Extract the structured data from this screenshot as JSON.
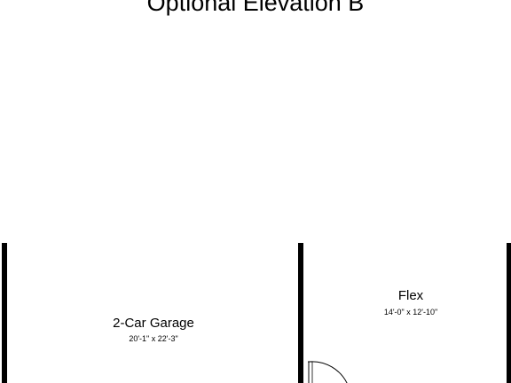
{
  "title": "Optional Elevation B",
  "rooms": [
    {
      "name": "2-Car Garage",
      "dimensions": "20'-1\" x 22'-3\""
    },
    {
      "name": "Flex",
      "dimensions": "14'-0\" x 12'-10\""
    }
  ],
  "colors": {
    "wall": "#000000",
    "background": "#ffffff"
  }
}
